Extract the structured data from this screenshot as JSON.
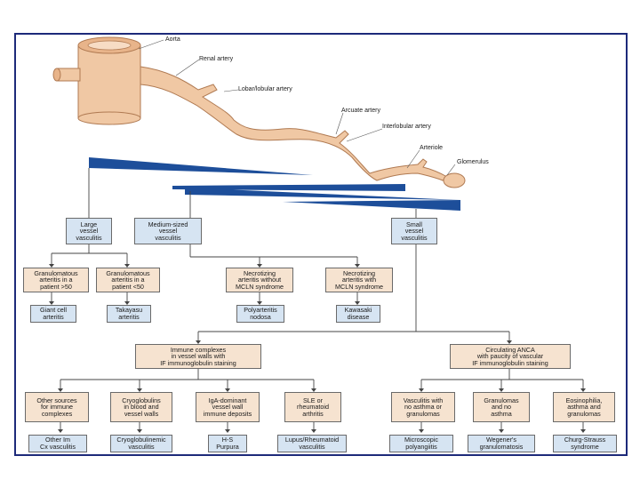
{
  "vessel_labels": {
    "aorta": "Aorta",
    "renal_artery": "Renal artery",
    "lobar": "Lobar/lobular artery",
    "arcuate": "Arcuate artery",
    "interlobular": "Interlobular artery",
    "arteriole": "Arteriole",
    "glomerulus": "Glomerulus"
  },
  "categories": {
    "large": "Large\nvessel\nvasculitis",
    "medium": "Medium-sized\nvessel\nvasculitis",
    "small": "Small\nvessel\nvasculitis"
  },
  "medium_row": {
    "granulomatous_50": "Granulomatous\narteritis in a\npatient >50",
    "granulomatous_lt50": "Granulomatous\narteritis in a\npatient <50",
    "necrotizing_without": "Necrotizing\narteritis without\nMCLN syndrome",
    "necrotizing_with": "Necrotizing\narteritis with\nMCLN syndrome"
  },
  "medium_dx": {
    "giant_cell": "Giant cell\narteritis",
    "takayasu": "Takayasu\narteritis",
    "polyarteritis": "Polyarteritis\nnodosa",
    "kawasaki": "Kawasaki\ndisease"
  },
  "small_branches": {
    "immune": "Immune complexes\nin vessel walls with\nIF immunoglobulin staining",
    "anca": "Circulating ANCA\nwith paucity of vascular\nIF immunoglobulin staining"
  },
  "small_row": {
    "other_sources": "Other sources\nfor immune\ncomplexes",
    "cryo": "Cryoglobulins\nin blood and\nvessel walls",
    "iga": "IgA-dominant\nvessel wall\nimmune deposits",
    "sle": "SLE or\nrheumatoid\narthritis",
    "vasculitis_no_asthma": "Vasculitis with\nno asthma or\ngranulomas",
    "granulomas_no_asthma": "Granulomas\nand no\nasthma",
    "eosinophilia": "Eosinophilia,\nasthma and\ngranulomas"
  },
  "small_dx": {
    "other_im": "Other Im\nCx vasculitis",
    "cryo_vasc": "Cryoglobulinemic\nvasculitis",
    "hs_purpura": "H-S\nPurpura",
    "lupus": "Lupus/Rheumatoid\nvasculitis",
    "microscopic": "Microscopic\npolyangiitis",
    "wegener": "Wegener's\ngranulomatosis",
    "churg": "Churg-Strauss\nsyndrome"
  },
  "colors": {
    "artery": "#f0c8a4",
    "artery_edge": "#b07a52",
    "wedge": "#1d4e9a",
    "blue_box": "#d6e4f2",
    "tan_box": "#f6e3d0",
    "frame": "#1d2a7a"
  }
}
